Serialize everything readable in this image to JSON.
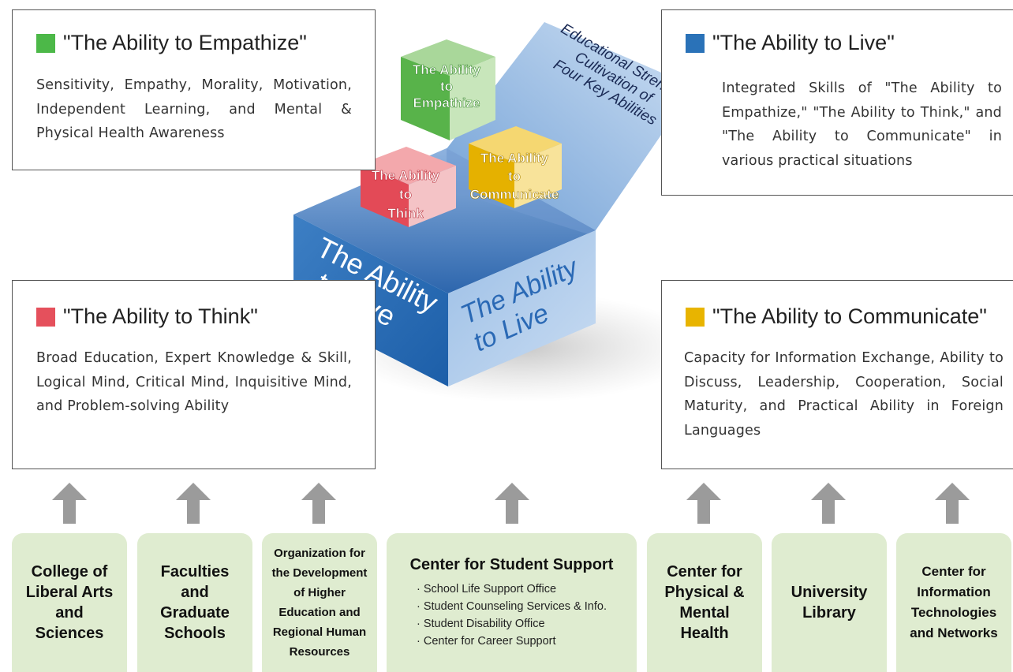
{
  "abilities": {
    "empathize": {
      "title": "\"The Ability to Empathize\"",
      "color": "#4cb848",
      "desc": "Sensitivity, Empathy, Morality, Motivation, Independent Learning, and Mental & Physical Health Awareness"
    },
    "live": {
      "title": "\"The Ability to Live\"",
      "color": "#2a72b8",
      "desc": "Integrated Skills of \"The Ability to Empathize,\" \"The Ability to Think,\" and \"The Ability to Communicate\" in various practical situations"
    },
    "think": {
      "title": "\"The Ability to Think\"",
      "color": "#e5505c",
      "desc": "Broad Education, Expert Knowledge & Skill, Logical Mind, Critical Mind, Inquisitive Mind, and Problem-solving Ability"
    },
    "communicate": {
      "title": "\"The Ability to Communicate\"",
      "color": "#e8b400",
      "desc": "Capacity for Information Exchange, Ability to Discuss, Leadership, Cooperation, Social Maturity, and Practical Ability in Foreign Languages"
    }
  },
  "box_graphic": {
    "lid_line1": "Educational Strength",
    "lid_line2": "Cultivation of",
    "lid_line3": "Four Key Abilities",
    "front_line1": "The Ability",
    "front_line2": "to Live",
    "side_line1": "The Ability",
    "side_line2": "to Live",
    "cube_empathize": [
      "The Ability",
      "to",
      "Empathize"
    ],
    "cube_think": [
      "The Ability",
      "to",
      "Think"
    ],
    "cube_communicate": [
      "The Ability",
      "to",
      "Communicate"
    ]
  },
  "units": [
    "College of Liberal Arts and Sciences",
    "Faculties and Graduate Schools",
    "Organization for the Development of Higher Education and Regional Human Resources",
    "Center for Physical & Mental Health",
    "University Library",
    "Center for Information Technologies and Networks"
  ],
  "student_support": {
    "title": "Center for Student Support",
    "items": [
      "School Life Support Office",
      "Student Counseling Services & Info.",
      "Student Disability Office",
      "Center for Career Support"
    ]
  }
}
